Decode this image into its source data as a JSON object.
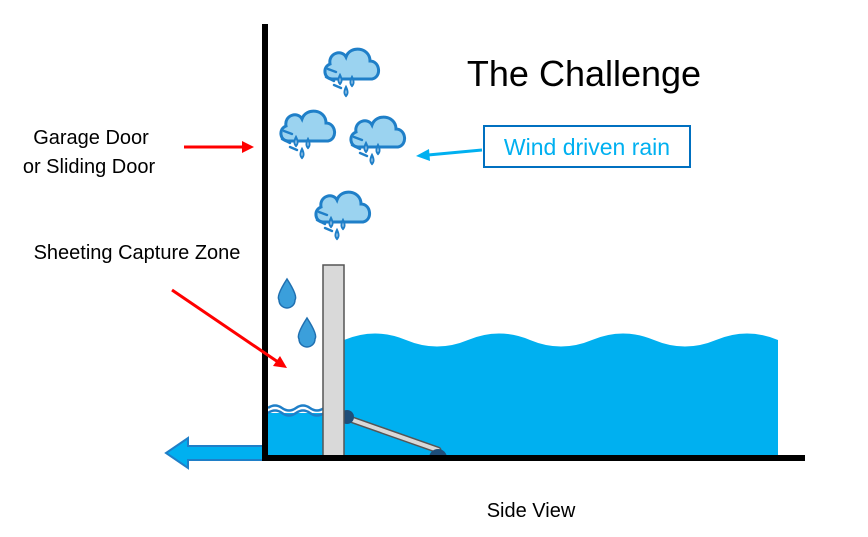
{
  "title": "The Challenge",
  "labels": {
    "door_line1": "Garage Door",
    "door_line2": "or Sliding Door",
    "capture_zone": "Sheeting Capture Zone",
    "rain": "Wind driven rain",
    "view": "Side View"
  },
  "colors": {
    "water": "#00B0F0",
    "rain_box": "#0070C0",
    "arrow": "#FF0000",
    "wall": "#000000",
    "barrier": "#D9D9D9",
    "cloud": "#9BD3F0",
    "drop": "#3B9FDB"
  },
  "icons": [
    "rain-cloud-icon",
    "rain-cloud-icon",
    "rain-cloud-icon",
    "rain-cloud-icon",
    "water-drop-icon",
    "water-drop-icon"
  ]
}
